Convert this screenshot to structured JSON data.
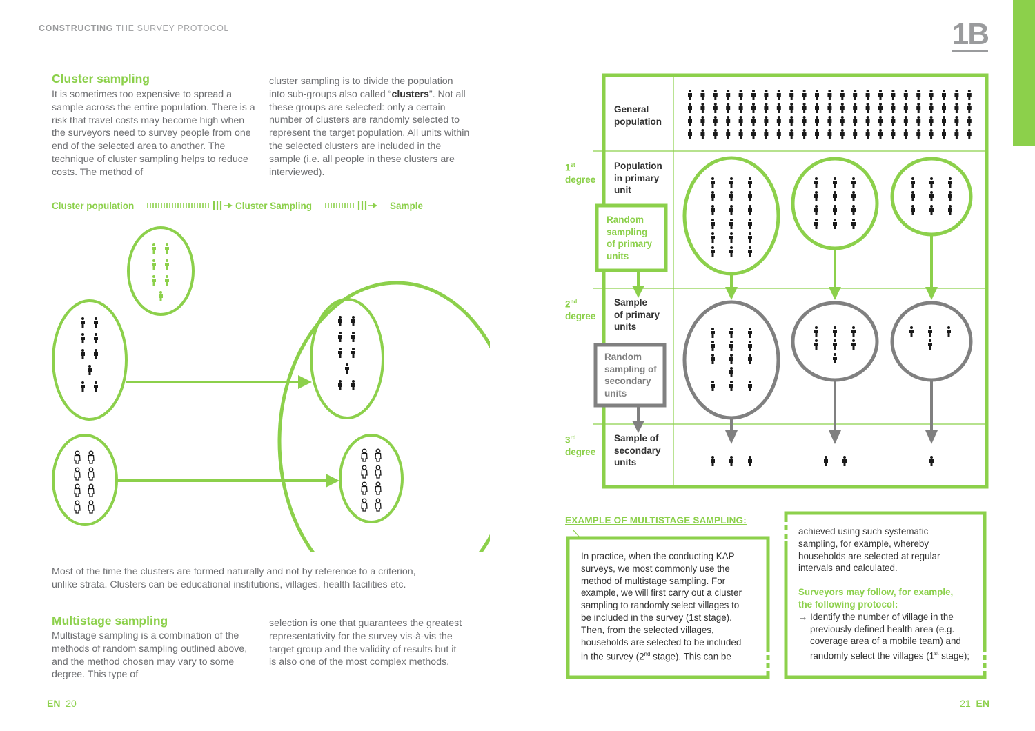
{
  "header": {
    "section_bold": "CONSTRUCTING",
    "section_rest": " THE SURVEY PROTOCOL",
    "chapter": "1B"
  },
  "cluster": {
    "heading": "Cluster sampling",
    "col1": "It is sometimes too expensive to spread a sample across the entire population. There is a risk that travel costs may become high when the surveyors need to survey people from one end of the selected area to another. The technique of cluster sampling helps to reduce costs. The method of",
    "col2_pre": "cluster sampling is to divide the population into sub-groups also called “",
    "col2_bold": "clusters",
    "col2_post": "”. Not all these groups are selected: only a certain number of clusters are randomly selected to represent the target population. All units within the selected clusters are included in the sample (i.e. all people in these clusters are interviewed)."
  },
  "flow": {
    "step1": "Cluster population",
    "step2": "Cluster Sampling",
    "step3": "Sample"
  },
  "clusters_note": "Most of the time the clusters are formed naturally and not by reference to a criterion, unlike strata. Clusters can be educational institutions, villages, health facilities etc.",
  "multistage": {
    "heading": "Multistage sampling",
    "col1": "Multistage sampling is a combination of the methods of random sampling outlined above, and the method chosen may vary to some degree. This type of",
    "col2": "selection is one that guarantees the greatest representativity for the survey vis-à-vis the target group and the validity of results but it is also one of the most complex methods."
  },
  "diagram": {
    "rows": {
      "general": "General population",
      "primary_a": "Population",
      "primary_b": "in primary",
      "primary_c": "unit",
      "sample_pu_a": "Sample",
      "sample_pu_b": "of primary",
      "sample_pu_c": "units",
      "sample_su_a": "Sample of",
      "sample_su_b": "secondary",
      "sample_su_c": "units"
    },
    "degrees": {
      "d1_num": "1",
      "d1_sup": "st",
      "d2_num": "2",
      "d2_sup": "nd",
      "d3_num": "3",
      "d3_sup": "rd",
      "word": "degree"
    },
    "box_primary": [
      "Random",
      "sampling",
      "of primary",
      "units"
    ],
    "box_secondary": [
      "Random",
      "sampling of",
      "secondary",
      "units"
    ],
    "colors": {
      "green": "#8cd04b",
      "grey": "#808080"
    }
  },
  "example": {
    "title": "EXAMPLE OF MULTISTAGE SAMPLING:",
    "left_lines": [
      "In practice, when the conducting KAP",
      "surveys, we most commonly use the",
      "method of multistage sampling. For",
      "example, we will first carry out a cluster",
      "sampling to randomly select villages to",
      "be included in the survey (1st stage).",
      "Then, from the selected villages,",
      "households are selected to be included"
    ],
    "left_last_pre": "in the survey (2",
    "left_last_sup": "nd",
    "left_last_post": " stage). This can be",
    "right_lines": [
      "achieved using such systematic",
      "sampling, for example, whereby",
      "households are selected at regular",
      "intervals and calculated."
    ],
    "follow_1": "Surveyors may follow, for example,",
    "follow_2": "the following protocol:",
    "protocol_pre": "→ Identify the number of village in the previously defined health area (e.g. coverage area of a mobile team) and randomly select the villages (1",
    "protocol_sup": "st",
    "protocol_post": " stage);"
  },
  "footer": {
    "left_lang": "EN",
    "left_page": "20",
    "right_page": "21",
    "right_lang": "EN"
  }
}
